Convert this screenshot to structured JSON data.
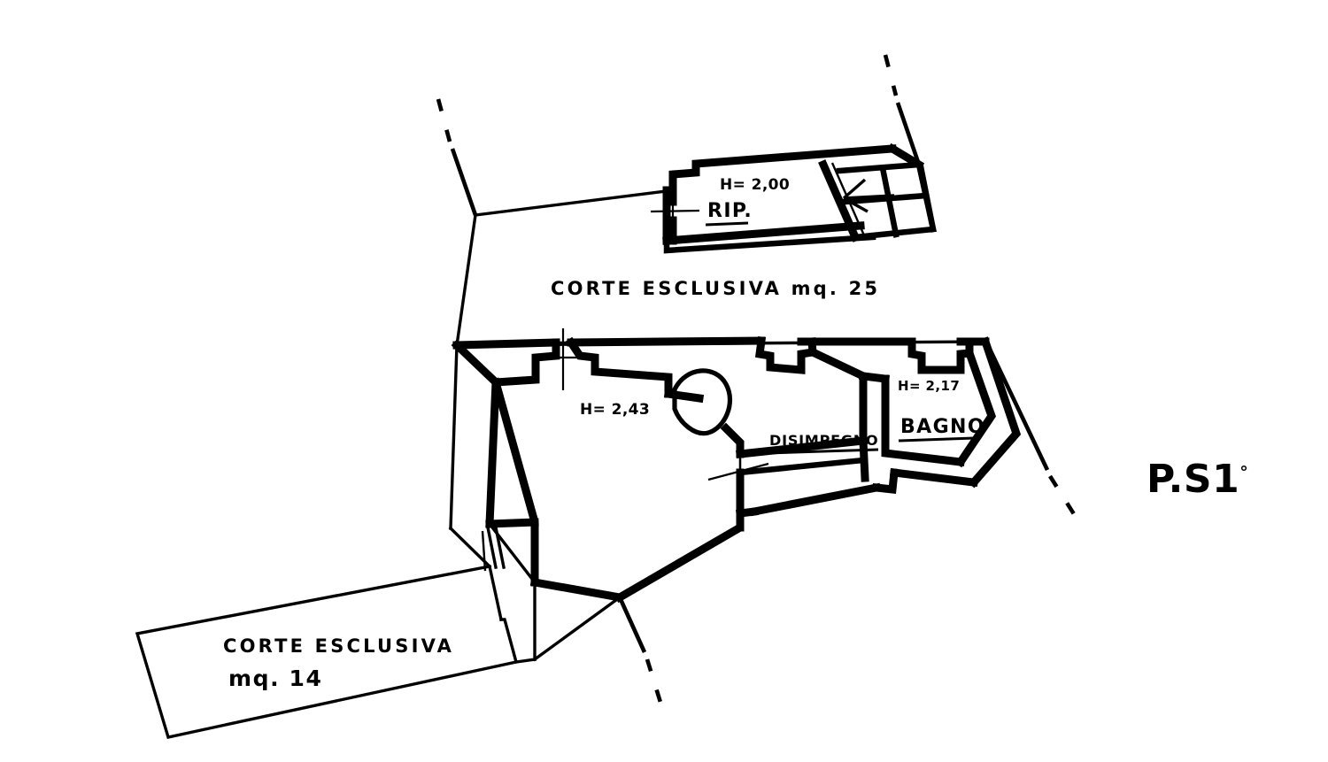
{
  "document": {
    "kind": "cadastral-floor-plan",
    "floor_label": "P.S1",
    "floor_label_superscript": "°"
  },
  "areas": [
    {
      "id": "corte-nord",
      "label_line1": "CORTE  ESCLUSIVA  mq. 25",
      "name": "CORTE ESCLUSIVA",
      "surface": "mq. 25"
    },
    {
      "id": "corte-sud",
      "label_line1": "CORTE  ESCLUSIVA",
      "label_line2": "mq. 14",
      "name": "CORTE ESCLUSIVA",
      "surface": "mq. 14"
    }
  ],
  "rooms": [
    {
      "id": "ripostiglio",
      "label": "RIP.",
      "height_label": "H= 2,00"
    },
    {
      "id": "main-room",
      "label": "",
      "height_label": "H= 2,43"
    },
    {
      "id": "disimpegno",
      "label": "DISIMPEGNO",
      "height_label": ""
    },
    {
      "id": "bagno",
      "label": "BAGNO",
      "height_label": "H= 2,17"
    }
  ],
  "elements": {
    "staircase": "staircase-grid",
    "stair_direction": "arrow-left",
    "door_swing": "door-arc"
  },
  "colors": {
    "ink": "#000000",
    "paper": "#ffffff"
  }
}
